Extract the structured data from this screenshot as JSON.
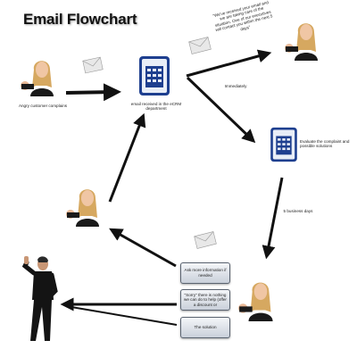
{
  "title": "Email Flowchart",
  "labels": {
    "angry_customer": "Angry customer complains",
    "email_received": "email received in the eCRM department",
    "reply_quote": "\"We've received your email and we are taking care of the situation. One of our executives will contact you within the next 5 days\"",
    "immediately": "Immediately",
    "evaluate": "Evaluate the complaint and possible solutions",
    "five_days": "5 business days"
  },
  "boxes": {
    "ask_more": "Ask more information if needed",
    "sorry": "\"Sorry\" there is nothing we can do to help (offer a discount or",
    "solution": "The solution"
  },
  "colors": {
    "arrow": "#111111",
    "envelope": "#e8e8e8",
    "building": "#1e3f8f"
  }
}
